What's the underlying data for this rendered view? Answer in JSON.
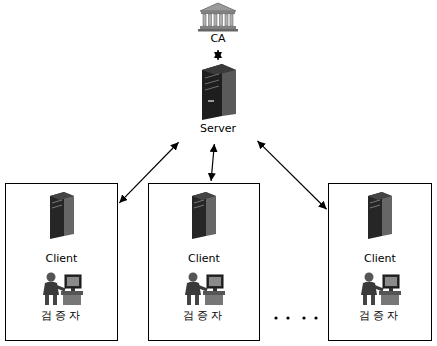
{
  "diagram": {
    "nodes": [
      {
        "text": [
          "CA"
        ]
      },
      {
        "text": [
          "Server"
        ]
      },
      {
        "text": [
          "Client",
          "검증자"
        ]
      },
      {
        "text": [
          "Client",
          "검증자"
        ]
      },
      {
        "text": [
          "Client",
          "검증자"
        ]
      }
    ],
    "edges": [
      {
        "from": 0,
        "to": 1,
        "arrow": "both"
      },
      {
        "from": 1,
        "to": 2,
        "arrow": "both"
      },
      {
        "from": 1,
        "to": 3,
        "arrow": "both"
      },
      {
        "from": 1,
        "to": 4,
        "arrow": "both"
      }
    ]
  }
}
